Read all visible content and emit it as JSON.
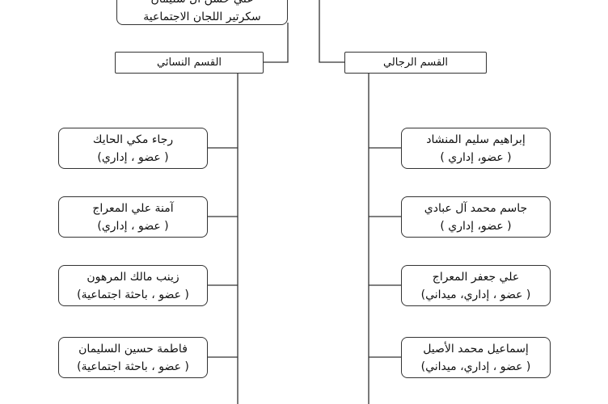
{
  "top_box": {
    "name": "علي حسن آل سليمان",
    "role": "سكرتير اللجان الاجتماعية"
  },
  "sections": {
    "women": {
      "title": "القسم النسائي",
      "members": [
        {
          "name": "رجاء مكي الحايك",
          "role": "( عضو ، إداري)"
        },
        {
          "name": "آمنة علي المعراج",
          "role": "( عضو ، إداري)"
        },
        {
          "name": "زينب مالك المرهون",
          "role": "( عضو ، باحثة اجتماعية)"
        },
        {
          "name": "فاطمة حسين السليمان",
          "role": "( عضو ، باحثة اجتماعية)"
        }
      ]
    },
    "men": {
      "title": "القسم الرجالي",
      "members": [
        {
          "name": "إبراهيم سليم المنشاد",
          "role": "( عضو، إداري )"
        },
        {
          "name": "جاسم محمد آل عبادي",
          "role": "( عضو، إداري )"
        },
        {
          "name": "علي جعفر المعراج",
          "role": "( عضو ، إداري، ميداني)"
        },
        {
          "name": "إسماعيل محمد الأصيل",
          "role": "( عضو ، إداري، ميداني)"
        }
      ]
    }
  }
}
